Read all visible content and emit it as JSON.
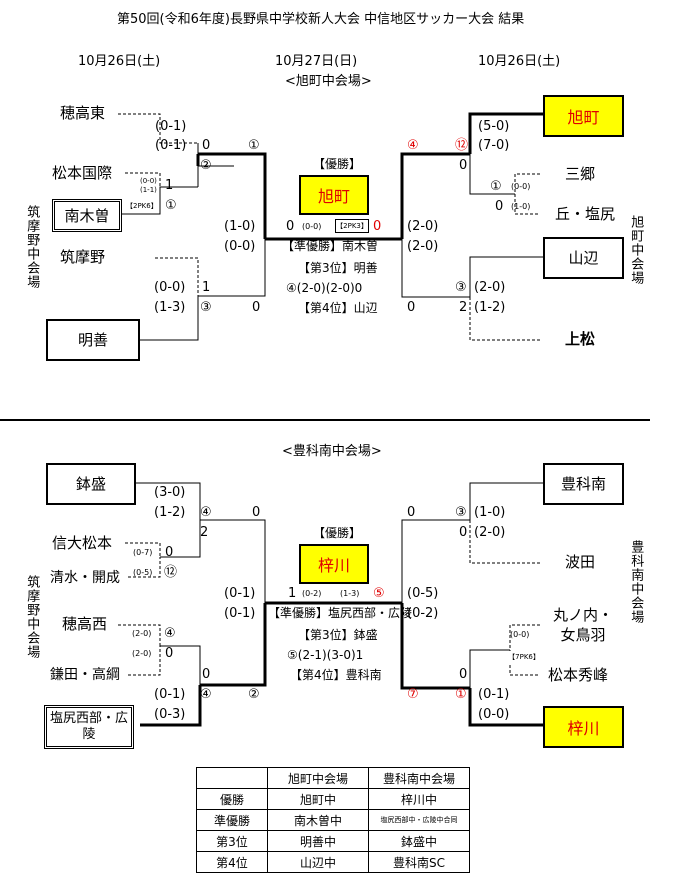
{
  "title": "第50回(令和6年度)長野県中学校新人大会 中信地区サッカー大会 結果",
  "dates": {
    "left": "10月26日(土)",
    "center": "10月27日(日)",
    "right": "10月26日(土)"
  },
  "venue_top": "<旭町中会場>",
  "venue_bottom": "<豊科南中会場>",
  "side_labels": {
    "tsukama_top": "筑摩野中会場",
    "asahimachi": "旭町中会場",
    "tsukama_bottom": "筑摩野中会場",
    "toyoshina": "豊科南中会場"
  },
  "top": {
    "teams_left": [
      "穂高東",
      "松本国際",
      "南木曽",
      "筑摩野",
      "明善"
    ],
    "teams_right": [
      "旭町",
      "三郷",
      "丘・塩尻",
      "山辺",
      "上松"
    ],
    "scores": {
      "hotakahigashi_a": "(0-1)",
      "hotakahigashi_b": "(0-1)",
      "r1_0": "0",
      "r1_circle": "①",
      "kokusai_a": "(0-0)",
      "kokusai_b": "(1-1)",
      "kokusai_pk": "【2PK6】",
      "kokusai_1": "1",
      "kokusai_c1": "①",
      "kokusai_c2": "②",
      "semi_l_a": "(1-0)",
      "semi_l_b": "(0-0)",
      "final_l": "0",
      "final_pk_l": "(0-0)",
      "final_pk": "【2PK3】",
      "final_r": "0",
      "chikuma_a": "(0-0)",
      "chikuma_b": "(1-3)",
      "chikuma_1": "1",
      "chikuma_c3": "③",
      "chikuma_0": "0",
      "right_c4": "④",
      "right_c12": "⑫",
      "asahi_a": "(5-0)",
      "asahi_b": "(7-0)",
      "asahi_0": "0",
      "misato_c1": "①",
      "misato_a": "(0-0)",
      "misato_0": "0",
      "misato_b": "(1-0)",
      "semi_r_a": "(2-0)",
      "semi_r_b": "(2-0)",
      "yama_c3": "③",
      "yama_a": "(2-0)",
      "yama_2": "2",
      "yama_b": "(1-2)",
      "yama_0": "0"
    },
    "center": {
      "champion_label": "【優勝】",
      "champion": "旭町",
      "runner_up": "【準優勝】南木曽",
      "third_label": "【第3位】明善",
      "third_score": "④(2-0)(2-0)0",
      "fourth": "【第4位】山辺"
    }
  },
  "bottom": {
    "teams_left": [
      "鉢盛",
      "信大松本",
      "清水・開成",
      "穂高西",
      "鎌田・高綱",
      "塩尻西部・広陵"
    ],
    "teams_right": [
      "豊科南",
      "波田",
      "丸ノ内・女鳥羽",
      "松本秀峰",
      "梓川"
    ],
    "scores": {
      "hachimori_a": "(3-0)",
      "hachimori_b": "(1-2)",
      "hachimori_c4": "④",
      "hachimori_0": "0",
      "hachimori_2": "2",
      "shindai_a": "(0-7)",
      "shindai_0": "0",
      "shindai_b": "(0-5)",
      "shindai_c12": "⑫",
      "semi_l_a": "(0-1)",
      "semi_l_b": "(0-1)",
      "final_l": "1",
      "final_a": "(0-2)",
      "final_b": "(1-3)",
      "final_r": "⑤",
      "hotakanishi_a": "(2-0)",
      "hotakanishi_c4": "④",
      "hotakanishi_b": "(2-0)",
      "hotakanishi_0": "0",
      "kamata_0": "0",
      "kamata_a": "(0-1)",
      "kamata_c4": "④",
      "kamata_c2": "②",
      "kamata_b": "(0-3)",
      "toyo_0": "0",
      "toyo_c3": "③",
      "toyo_a": "(1-0)",
      "toyo_0b": "0",
      "toyo_b": "(2-0)",
      "semi_r_a": "(0-5)",
      "semi_r_b": "(0-2)",
      "maru_a": "(0-0)",
      "maru_pk": "【7PK6】",
      "azu_0": "0",
      "azu_c7": "⑦",
      "azu_c1": "①",
      "azu_a": "(0-1)",
      "azu_b": "(0-0)"
    },
    "center": {
      "champion_label": "【優勝】",
      "champion": "梓川",
      "runner_up": "【準優勝】塩尻西部・広陵",
      "third_label": "【第3位】鉢盛",
      "third_score": "⑤(2-1)(3-0)1",
      "fourth": "【第4位】豊科南"
    }
  },
  "results_table": {
    "headers": [
      "",
      "旭町中会場",
      "豊科南中会場"
    ],
    "rows": [
      [
        "優勝",
        "旭町中",
        "梓川中"
      ],
      [
        "準優勝",
        "南木曽中",
        "塩尻西部中・広陵中合同"
      ],
      [
        "第3位",
        "明善中",
        "鉢盛中"
      ],
      [
        "第4位",
        "山辺中",
        "豊科南SC"
      ]
    ]
  }
}
